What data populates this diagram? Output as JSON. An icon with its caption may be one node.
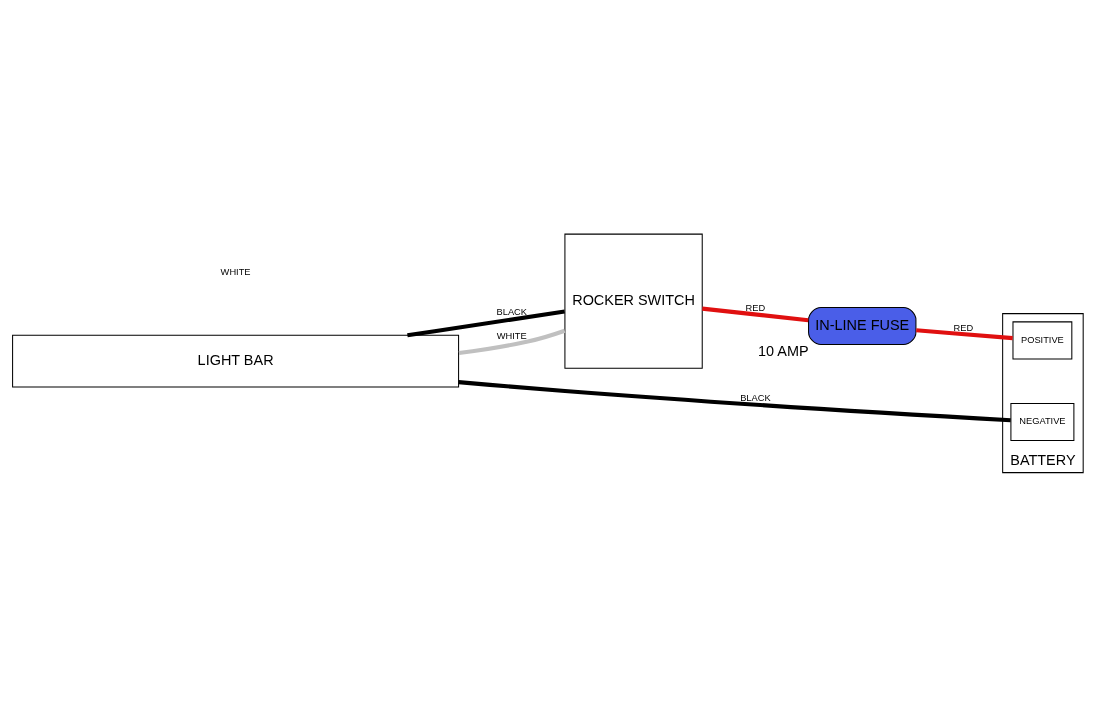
{
  "diagram": {
    "nodes": [
      {
        "text": [
          "LIGHT BAR"
        ]
      },
      {
        "text": [
          "ROCKER SWITCH"
        ]
      },
      {
        "text": [
          "IN-LINE FUSE"
        ],
        "beside": [
          "10 AMP"
        ]
      },
      {
        "text": [
          "BATTERY"
        ]
      },
      {
        "text": [
          "POSITIVE"
        ],
        "in": 3
      },
      {
        "text": [
          "NEGATIVE"
        ],
        "in": 3
      }
    ],
    "edges": [
      {
        "from": 0,
        "to": 1,
        "arrow": "none",
        "label": "BLACK",
        "color": "#000000"
      },
      {
        "from": 0,
        "to": 5,
        "arrow": "none",
        "label": "BLACK",
        "color": "#000000"
      },
      {
        "from": 0,
        "to": 1,
        "arrow": "none",
        "label": "WHITE",
        "color": "#c0c0c0"
      },
      {
        "from": 1,
        "to": 2,
        "arrow": "none",
        "label": "RED",
        "color": "#e01010"
      },
      {
        "from": 2,
        "to": 4,
        "arrow": "none",
        "label": "RED",
        "color": "#e01010"
      }
    ],
    "labels": [
      "WHITE"
    ]
  }
}
